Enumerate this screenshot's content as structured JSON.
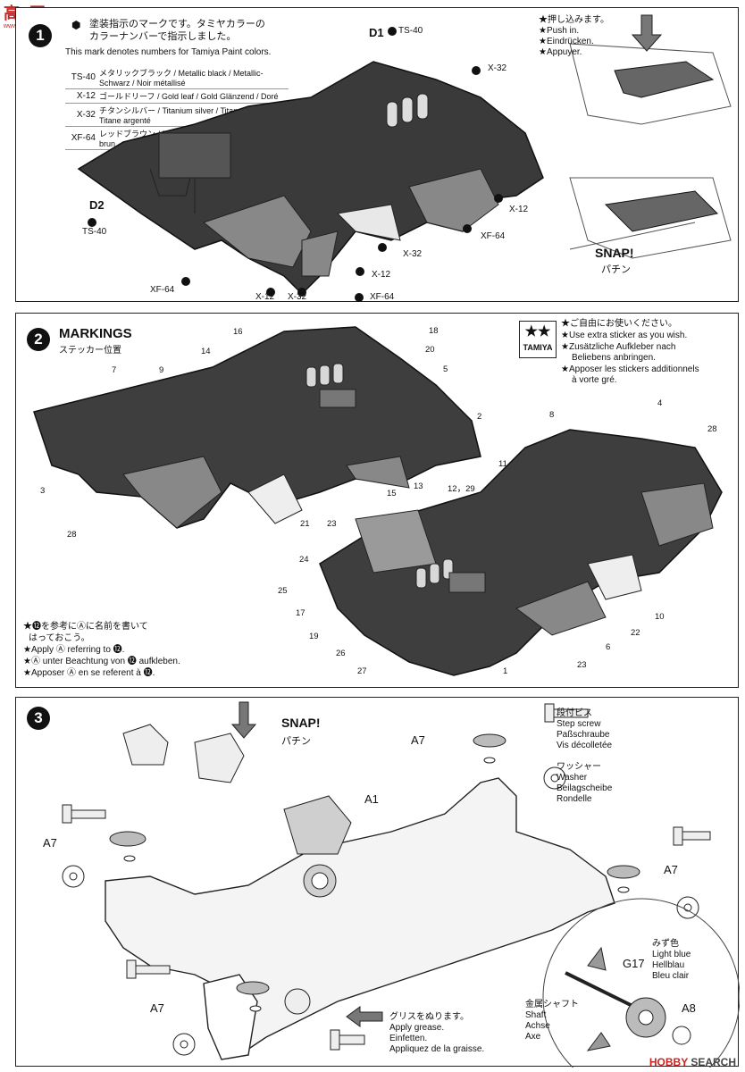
{
  "watermark": {
    "top_left": "高○网",
    "top_left_sub": "www.hobbysearch.com",
    "bottom_right_brand": "HOBBY",
    "bottom_right_word": "SEARCH"
  },
  "step1": {
    "intro_jp": [
      "塗装指示のマークです。タミヤカラーの",
      "カラーナンバーで指示しました。"
    ],
    "intro_en": "This mark denotes numbers for Tamiya Paint colors.",
    "paint_table": [
      {
        "code": "TS-40",
        "desc": "メタリックブラック / Metallic black / Metallic-Schwarz / Noir métallisé"
      },
      {
        "code": "X-12",
        "desc": "ゴールドリーフ / Gold leaf / Gold Glänzend / Doré"
      },
      {
        "code": "X-32",
        "desc": "チタンシルバー / Titanium silver / Titan-Silber / Titane argenté"
      },
      {
        "code": "XF-64",
        "desc": "レッドブラウン / Red brown / Rotbraun / Rouge brun"
      }
    ],
    "callouts": {
      "d1": "D1",
      "d1_paint": "TS-40",
      "d2": "D2",
      "d2_paint": "TS-40",
      "x32_top": "X-32",
      "x12_right": "X-12",
      "xf64_right": "XF-64",
      "x32_mid": "X-32",
      "x12_mid": "X-12",
      "xf64_bl": "XF-64",
      "x12_bottom": "X-12",
      "x32_bottom": "X-32",
      "xf64_bottom": "XF-64"
    },
    "push_in": [
      "★押し込みます。",
      "★Push in.",
      "★Eindrücken.",
      "★Appuyer."
    ],
    "snap": "SNAP!",
    "snap_jp": "パチン"
  },
  "step2": {
    "number": "2",
    "title": "MARKINGS",
    "title_jp": "ステッカー位置",
    "tamiya_logo": "TAMIYA",
    "extra_note": [
      "★ご自由にお使いください。",
      "★Use extra sticker as you wish.",
      "★Zusätzliche Aufkleber nach",
      "Beliebens anbringen.",
      "★Apposer les stickers additionnels",
      "à vorte gré."
    ],
    "apply_note": [
      "★⓬を参考にⒶに名前を書いて",
      "はっておこう。",
      "★Apply Ⓐ referring to ⓬.",
      "★Ⓐ unter Beachtung von ⓬ aufkleben.",
      "★Apposer Ⓐ en se referent à ⓬."
    ],
    "sticker_numbers_left": [
      "16",
      "18",
      "14",
      "20",
      "7",
      "9",
      "5",
      "2",
      "3",
      "28",
      "21",
      "23"
    ],
    "sticker_numbers_right": [
      "8",
      "4",
      "28",
      "11",
      "15",
      "13",
      "12，29",
      "24",
      "25",
      "17",
      "19",
      "26",
      "27",
      "1",
      "23",
      "6",
      "22",
      "10"
    ]
  },
  "step3": {
    "number": "3",
    "snap": "SNAP!",
    "snap_jp": "パチン",
    "a1": "A1",
    "a7": "A7",
    "a8": "A8",
    "g17": "G17",
    "step_screw": [
      "段付ビス",
      "Step screw",
      "Paßschraube",
      "Vis décolletée"
    ],
    "washer": [
      "ワッシャー",
      "Washer",
      "Beilagscheibe",
      "Rondelle"
    ],
    "light_blue": [
      "みず色",
      "Light blue",
      "Hellblau",
      "Bleu clair"
    ],
    "shaft": [
      "金属シャフト",
      "Shaft",
      "Achse",
      "Axe"
    ],
    "grease": [
      "グリスをぬります。",
      "Apply grease.",
      "Einfetten.",
      "Appliquez de la graisse."
    ]
  }
}
